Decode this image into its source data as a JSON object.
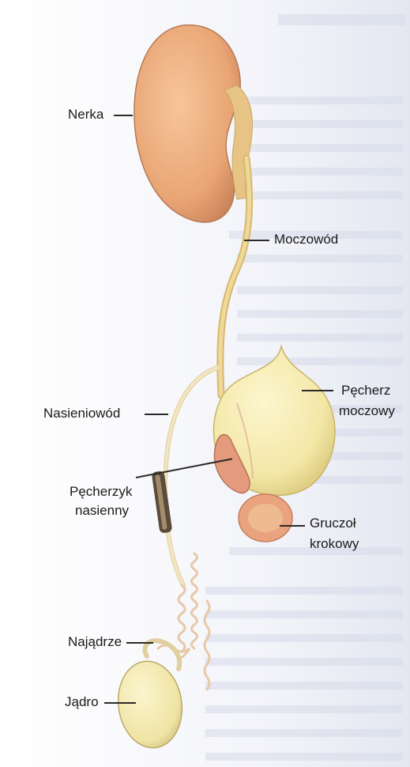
{
  "labels": {
    "nerka": "Nerka",
    "moczowod": "Moczowód",
    "pecherz_moczowy_1": "Pęcherz",
    "pecherz_moczowy_2": "moczowy",
    "nasieniowod": "Nasieniowód",
    "pecherzyk_nasienny_1": "Pęcherzyk",
    "pecherzyk_nasienny_2": "nasienny",
    "gruczol_krokowy_1": "Gruczoł",
    "gruczol_krokowy_2": "krokowy",
    "najadrze": "Najądrze",
    "jadro": "Jądro"
  },
  "colors": {
    "kidney": "#e9a574",
    "duct": "#e8cf8a",
    "bladder": "#f3e7a6",
    "vesicle": "#e39a7d",
    "prostate": "#e9a47f",
    "testis": "#efe4a4",
    "background_text": "#d4d8e8"
  }
}
